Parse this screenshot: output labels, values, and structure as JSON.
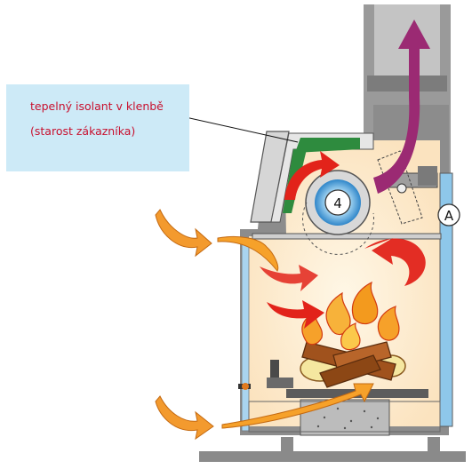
{
  "callout": {
    "line1": "tepelný isolant v klenbě",
    "line2": "(starost zákazníka)",
    "text_color": "#c8102e",
    "box_color": "#cdeaf7"
  },
  "labels": {
    "fan_number": "4",
    "point_a": "A"
  },
  "colors": {
    "firebox_glow": "#fdeccd",
    "insulation_green": "#2e8b3e",
    "glass_blue": "#8ec7ea",
    "flue_gray": "#b4b4b4",
    "flue_arrow": "#9b2a73",
    "air_arrow": "#f39a2e",
    "hot_arrow": "#e2231a",
    "fan_blue": "#4aa3df",
    "floor": "#8a8a8a"
  },
  "icons": [
    "flame-icon",
    "log-icon",
    "fan-icon",
    "arrow-icon"
  ]
}
